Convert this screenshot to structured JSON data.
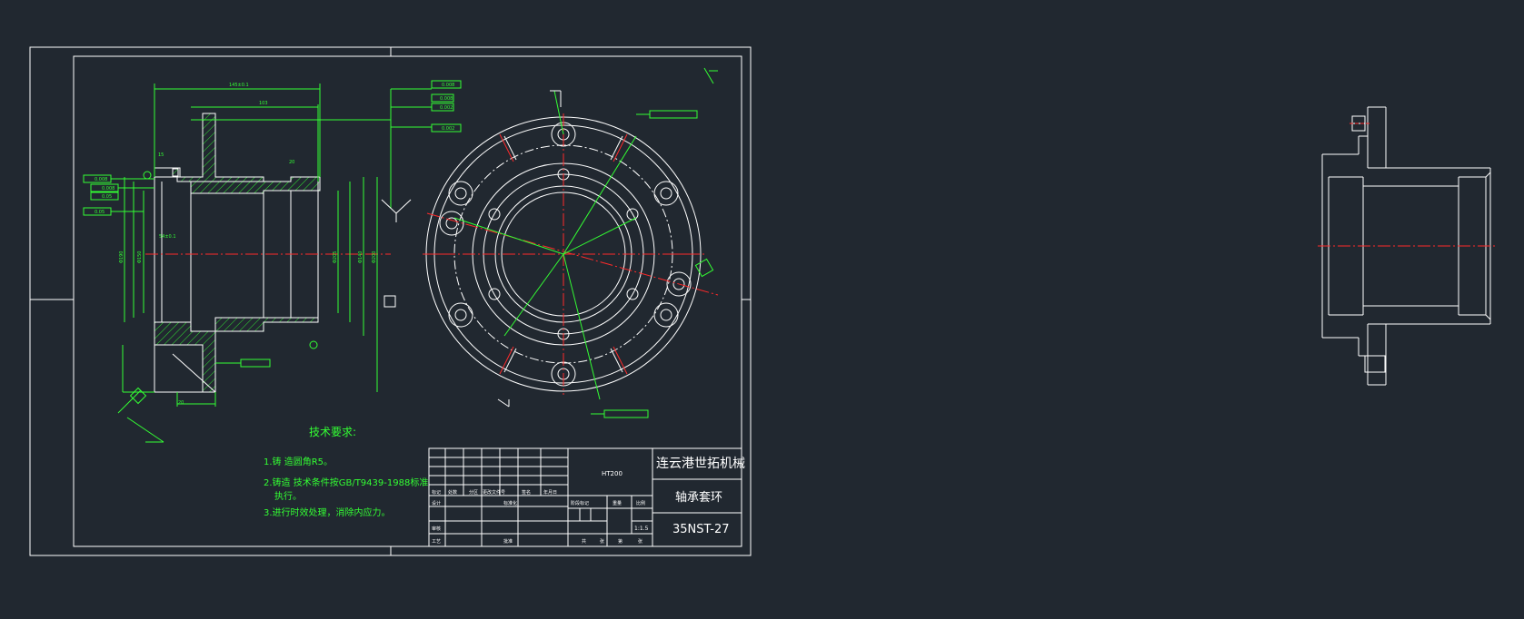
{
  "drawing": {
    "tech_title": "技术要求:",
    "tech_notes": [
      "1.铸 造圆角R5。",
      "2.铸造 技术条件按GB/T9439-1988标准",
      "执行。",
      "3.进行时效处理，消除内应力。"
    ],
    "company": "连云港世拓机械",
    "part_name": "轴承套环",
    "drawing_no": "35NST-27",
    "material": "HT200",
    "scale": "1:1.5",
    "dims": {
      "len_top": "145±0.1",
      "len_mid": "103",
      "ht_center": "54±0.1",
      "left_gap": "15",
      "bot_dim": "20",
      "right_gap": "20",
      "phi_a": "Φ190",
      "phi_b": "Φ150",
      "phi_c": "Φ205",
      "phi_d": "Φ140",
      "phi_e": "Φ200"
    },
    "tolerances": [
      "0.008",
      "0.008",
      "0.05",
      "0.05",
      "0.008",
      "0.008",
      "0.002",
      "0.002"
    ],
    "title_block": {
      "labels": [
        "标记",
        "处数",
        "分区",
        "更改文件号",
        "签名",
        "年月日",
        "设计",
        "标准化",
        "审核",
        "工艺",
        "批准",
        "阶段标记",
        "重量",
        "比例",
        "共",
        "张",
        "第",
        "张"
      ]
    }
  },
  "colors": {
    "background": "#212830",
    "geometry": "#ffffff",
    "dimension": "#33ff33",
    "centerline": "#ff2a2a"
  }
}
